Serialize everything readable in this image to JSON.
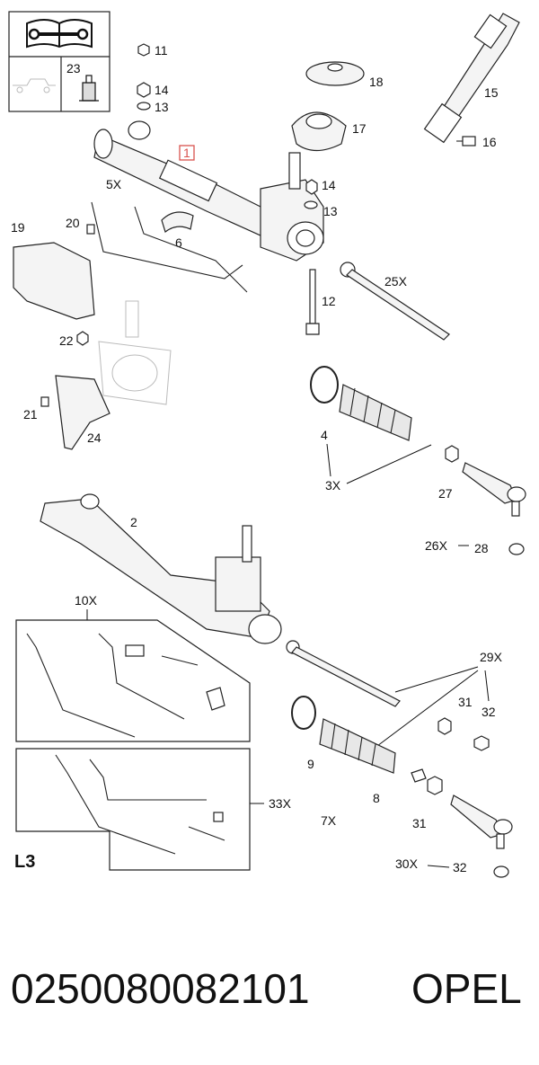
{
  "callouts": {
    "c1": "1",
    "c2": "2",
    "c4": "4",
    "c5x": "5X",
    "c6": "6",
    "c7x": "7X",
    "c8": "8",
    "c9": "9",
    "c10x": "10X",
    "c11": "11",
    "c12": "12",
    "c13a": "13",
    "c13b": "13",
    "c14a": "14",
    "c14b": "14",
    "c15": "15",
    "c16": "16",
    "c17": "17",
    "c18": "18",
    "c19": "19",
    "c20": "20",
    "c21": "21",
    "c22": "22",
    "c23": "23",
    "c24": "24",
    "c25x": "25X",
    "c26x": "26X",
    "c27": "27",
    "c28": "28",
    "c29x": "29X",
    "c30x": "30X",
    "c31a": "31",
    "c31b": "31",
    "c32a": "32",
    "c32b": "32",
    "c33x": "33X",
    "c3x": "3X"
  },
  "section_label": "L3",
  "part_number": "0250080082101",
  "brand": "OPEL",
  "highlight_color": "#d9534f",
  "icons": [
    "manual-book-icon",
    "wrench-icon",
    "oil-can-icon"
  ]
}
